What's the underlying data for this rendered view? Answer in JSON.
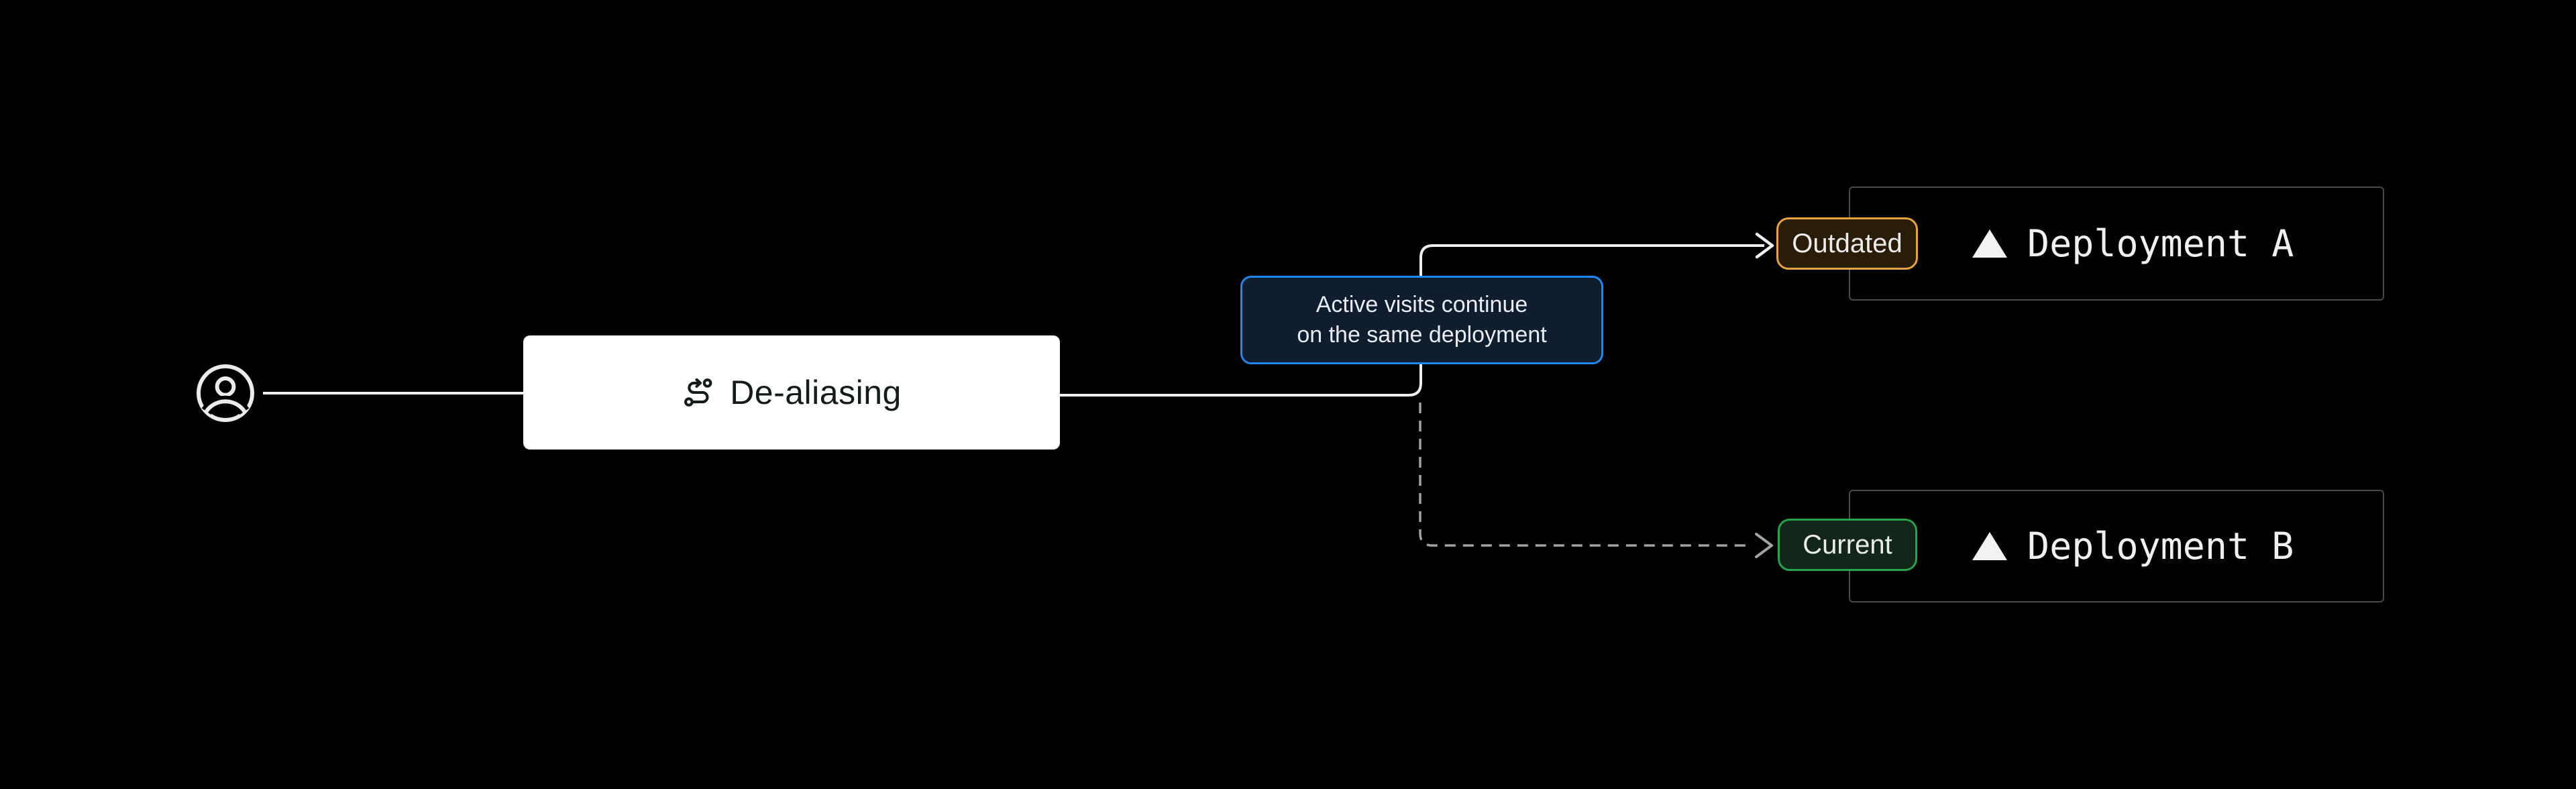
{
  "diagram": {
    "background": "#000000",
    "user": {
      "icon": "user-circle-icon"
    },
    "process": {
      "label": "De-aliasing",
      "icon": "route-icon"
    },
    "tooltip": {
      "line1": "Active visits continue",
      "line2": "on the same deployment",
      "border_color": "#2187ef",
      "fill_color": "#101d2f"
    },
    "deployments": [
      {
        "badge": "Outdated",
        "label": "Deployment A",
        "badge_border_color": "#e7a33c",
        "badge_fill_color": "#2a1d07",
        "connector": "solid-arrow"
      },
      {
        "badge": "Current",
        "label": "Deployment B",
        "badge_border_color": "#27a348",
        "badge_fill_color": "#12271a",
        "connector": "dashed-arrow"
      }
    ],
    "colors": {
      "solid_line": "#f0f0f0",
      "dashed_line": "#a3a3a3",
      "box_border": "#4a4a4a",
      "process_fill": "#ffffff",
      "process_text": "#131d17"
    }
  }
}
